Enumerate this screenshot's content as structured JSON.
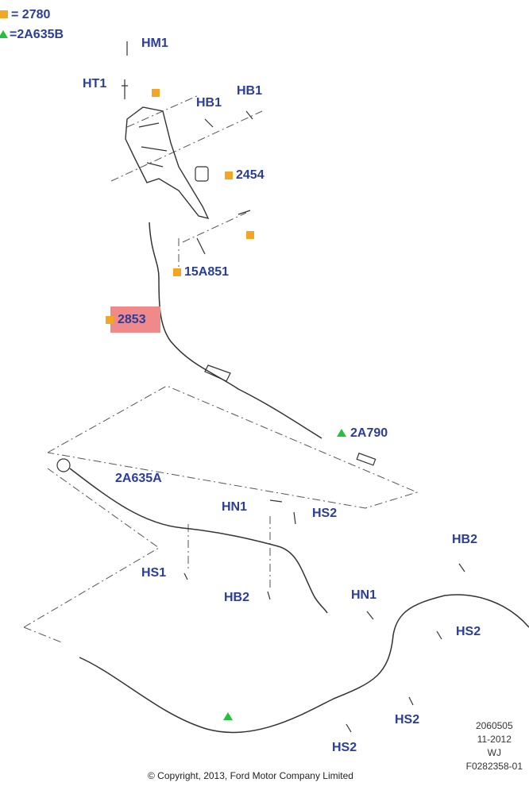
{
  "legend": [
    {
      "marker": "orange-square",
      "text": "= 2780"
    },
    {
      "marker": "green-triangle",
      "text": "=2A635B"
    }
  ],
  "labels": [
    "HM1",
    "HT1",
    "HB1",
    "HB1",
    "2454",
    "15A851",
    "2853",
    "2A790",
    "2A635A",
    "HN1",
    "HS2",
    "HB2",
    "HS1",
    "HB2",
    "HN1",
    "HS2",
    "HS2",
    "HS2"
  ],
  "highlighted_part": "2853",
  "meta": {
    "code": "2060505",
    "date": "11-2012",
    "initials": "WJ",
    "figure": "F0282358-01"
  },
  "copyright": "© Copyright, 2013, Ford Motor Company Limited",
  "colors": {
    "label": "#2b3d9c",
    "square": "#f2a623",
    "triangle": "#22c33a",
    "highlight": "#f08a8a"
  }
}
